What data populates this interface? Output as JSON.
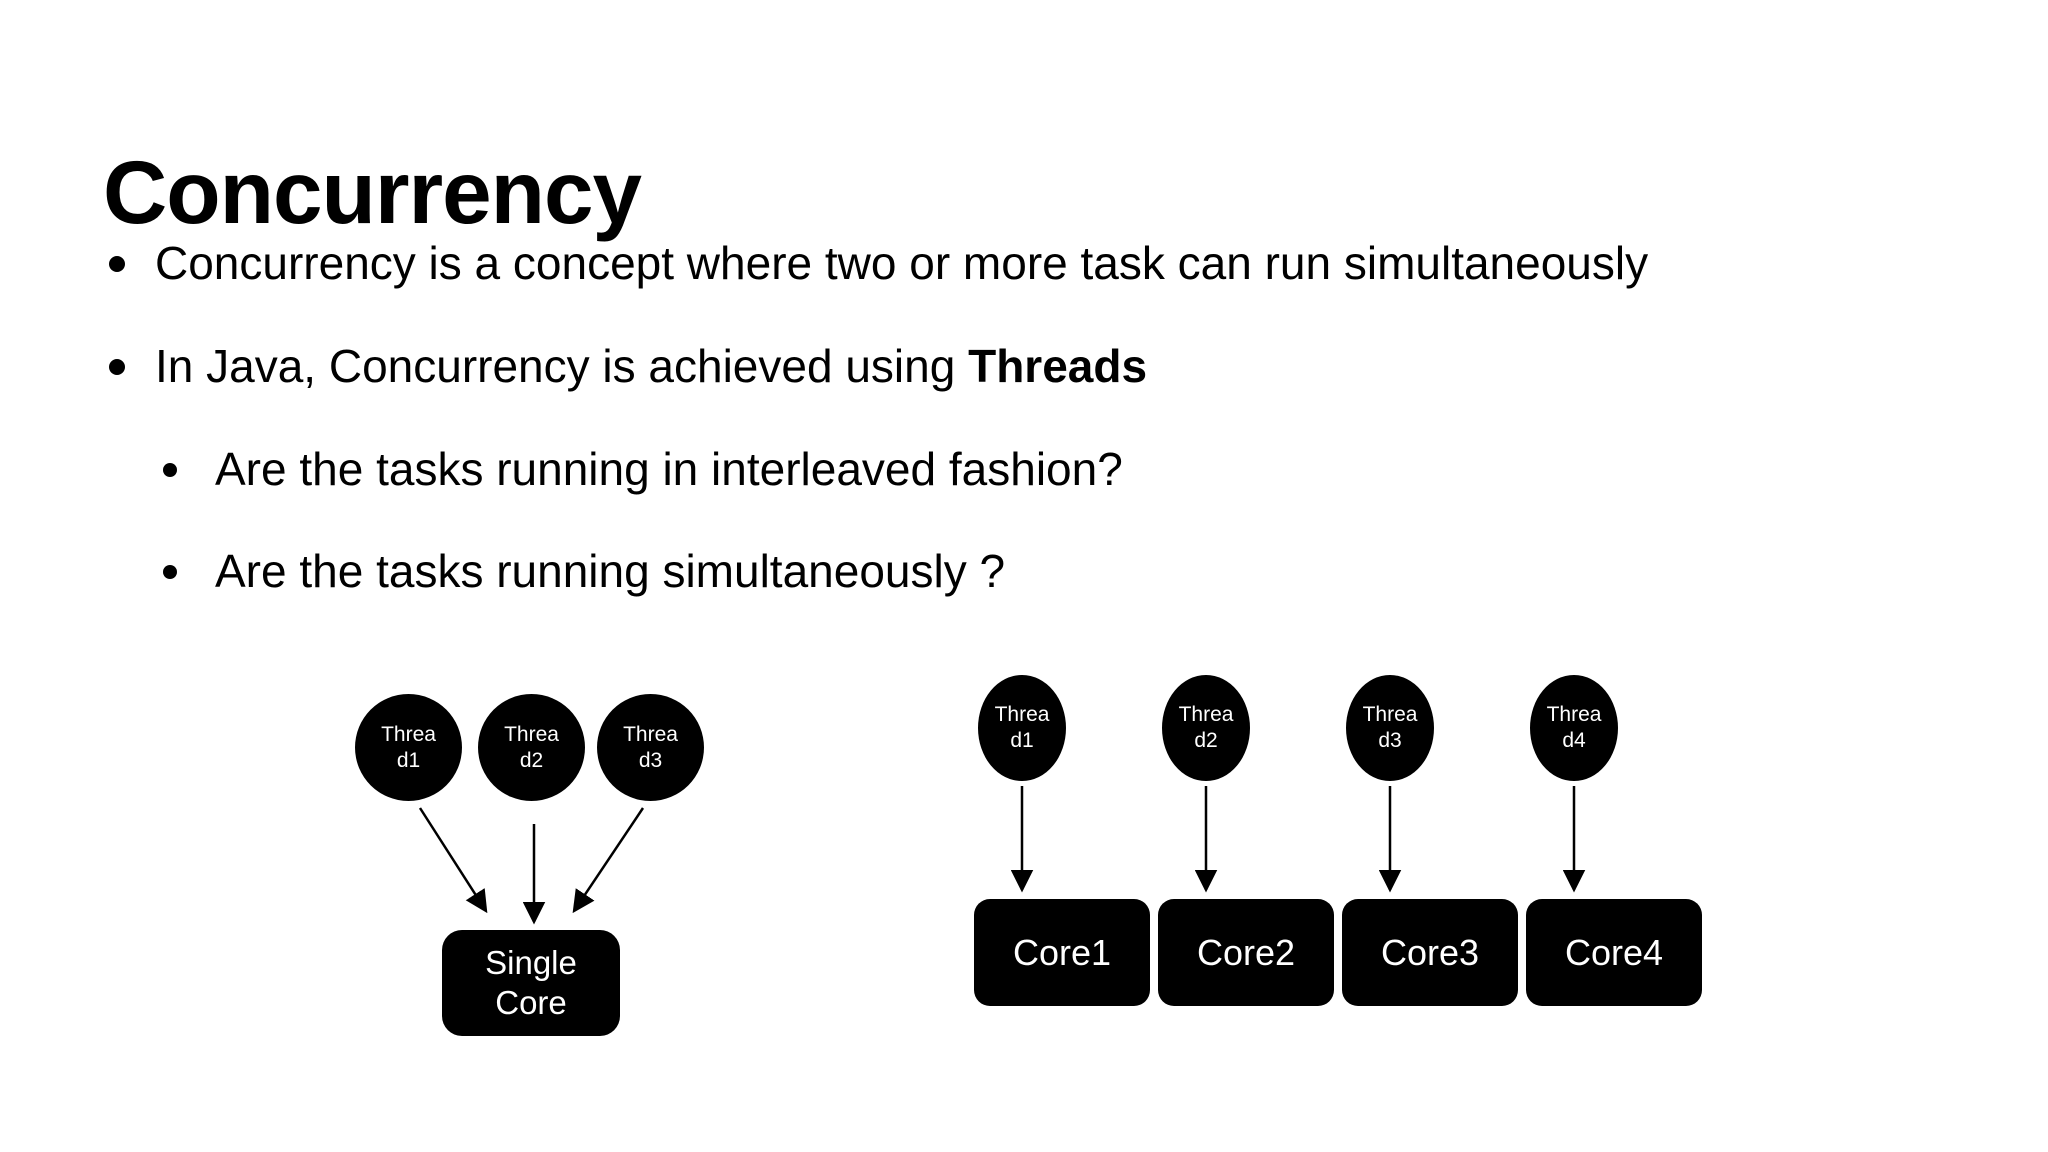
{
  "slide": {
    "title": "Concurrency",
    "bullets": [
      {
        "level": 1,
        "text": "Concurrency is a concept where two or more task can run simultaneously"
      },
      {
        "level": 1,
        "text_prefix": "In Java, Concurrency is achieved using ",
        "text_bold": "Threads"
      },
      {
        "level": 2,
        "text": "Are the tasks running in interleaved fashion?"
      },
      {
        "level": 2,
        "text": "Are the tasks running simultaneously ?"
      }
    ],
    "single_core_diagram": {
      "threads": [
        {
          "line1": "Threa",
          "line2": "d1"
        },
        {
          "line1": "Threa",
          "line2": "d2"
        },
        {
          "line1": "Threa",
          "line2": "d3"
        }
      ],
      "core_line1": "Single",
      "core_line2": "Core"
    },
    "multi_core_diagram": {
      "threads": [
        {
          "line1": "Threa",
          "line2": "d1"
        },
        {
          "line1": "Threa",
          "line2": "d2"
        },
        {
          "line1": "Threa",
          "line2": "d3"
        },
        {
          "line1": "Threa",
          "line2": "d4"
        }
      ],
      "cores": [
        {
          "label": "Core1"
        },
        {
          "label": "Core2"
        },
        {
          "label": "Core3"
        },
        {
          "label": "Core4"
        }
      ]
    },
    "colors": {
      "background": "#ffffff",
      "text": "#000000",
      "shape_fill": "#000000",
      "shape_text": "#ffffff"
    }
  }
}
